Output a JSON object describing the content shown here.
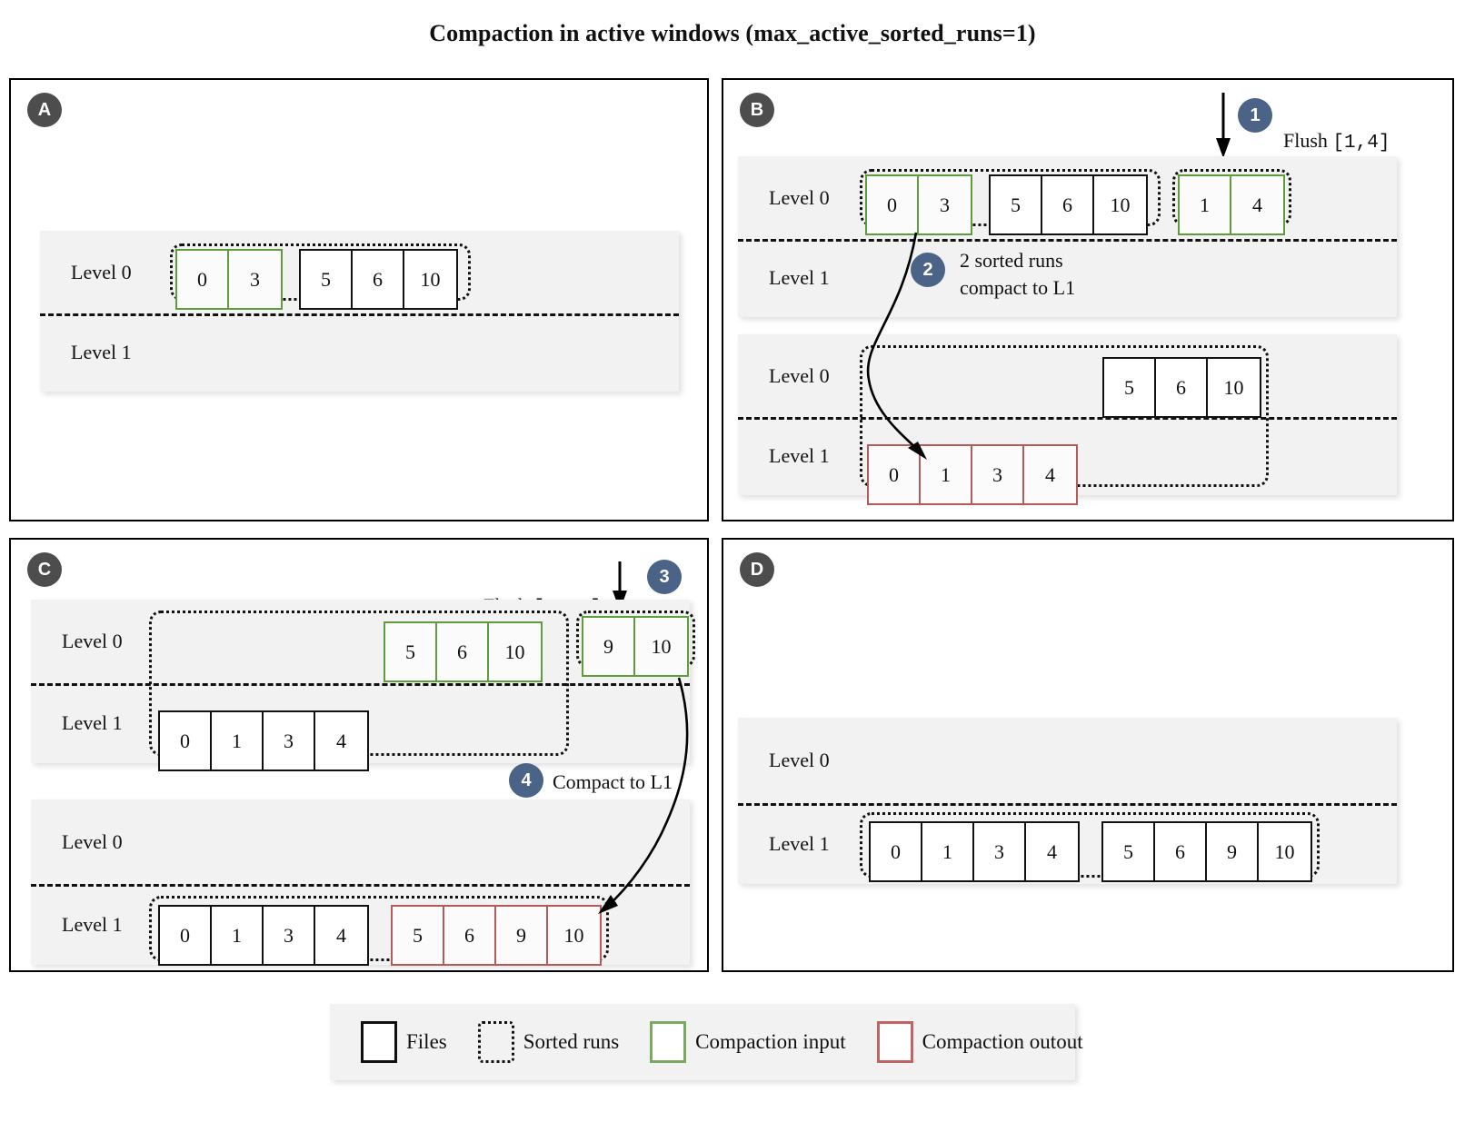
{
  "title": "Compaction in active windows (max_active_sorted_runs=1)",
  "colors": {
    "panel_badge": "#4d4d4d",
    "step_badge": "#4a6387",
    "compaction_input_green": "#5e9c3c",
    "compaction_output_red": "#b55a5a",
    "band_background": "#f2f2f2",
    "file_border": "#111111"
  },
  "labels": {
    "level0": "Level 0",
    "level1": "Level 1"
  },
  "panels": {
    "A": {
      "badge": "A",
      "state": {
        "level0_runs": [
          {
            "groups": [
              {
                "color": "green",
                "files": [
                  "0",
                  "3"
                ]
              },
              {
                "color": "black",
                "files": [
                  "5",
                  "6",
                  "10"
                ]
              }
            ]
          }
        ],
        "level1_runs": []
      }
    },
    "B": {
      "badge": "B",
      "step1": {
        "number": "1",
        "text": "Flush",
        "range": "[1,4]"
      },
      "step2": {
        "number": "2",
        "text": "2 sorted runs\ncompact to L1"
      },
      "before": {
        "level0_runs": [
          {
            "groups": [
              {
                "color": "green",
                "files": [
                  "0",
                  "3"
                ]
              },
              {
                "color": "black",
                "files": [
                  "5",
                  "6",
                  "10"
                ]
              }
            ]
          },
          {
            "groups": [
              {
                "color": "green",
                "files": [
                  "1",
                  "4"
                ]
              }
            ]
          }
        ],
        "level1_runs": []
      },
      "after": {
        "level0_groups": [
          {
            "color": "black",
            "files": [
              "5",
              "6",
              "10"
            ]
          }
        ],
        "level1_groups": [
          {
            "color": "red",
            "files": [
              "0",
              "1",
              "3",
              "4"
            ]
          }
        ]
      }
    },
    "C": {
      "badge": "C",
      "step3": {
        "number": "3",
        "text": "Flush",
        "range": "[9,10]"
      },
      "step4": {
        "number": "4",
        "text": "Compact to L1"
      },
      "before": {
        "level0_groups": [
          {
            "color": "green",
            "files": [
              "5",
              "6",
              "10"
            ]
          }
        ],
        "level1_groups": [
          {
            "color": "black",
            "files": [
              "0",
              "1",
              "3",
              "4"
            ]
          }
        ],
        "flushed_run": {
          "groups": [
            {
              "color": "green",
              "files": [
                "9",
                "10"
              ]
            }
          ]
        }
      },
      "after": {
        "level0_groups": [],
        "level1_runs": [
          {
            "groups": [
              {
                "color": "black",
                "files": [
                  "0",
                  "1",
                  "3",
                  "4"
                ]
              },
              {
                "color": "red",
                "files": [
                  "5",
                  "6",
                  "9",
                  "10"
                ]
              }
            ]
          }
        ]
      }
    },
    "D": {
      "badge": "D",
      "state": {
        "level0_runs": [],
        "level1_runs": [
          {
            "groups": [
              {
                "color": "black",
                "files": [
                  "0",
                  "1",
                  "3",
                  "4"
                ]
              },
              {
                "color": "black",
                "files": [
                  "5",
                  "6",
                  "9",
                  "10"
                ]
              }
            ]
          }
        ]
      }
    }
  },
  "legend": {
    "items": [
      {
        "swatch": "black",
        "label": "Files"
      },
      {
        "swatch": "dotted",
        "label": "Sorted runs"
      },
      {
        "swatch": "green",
        "label": "Compaction input"
      },
      {
        "swatch": "red",
        "label": "Compaction outout"
      }
    ]
  }
}
